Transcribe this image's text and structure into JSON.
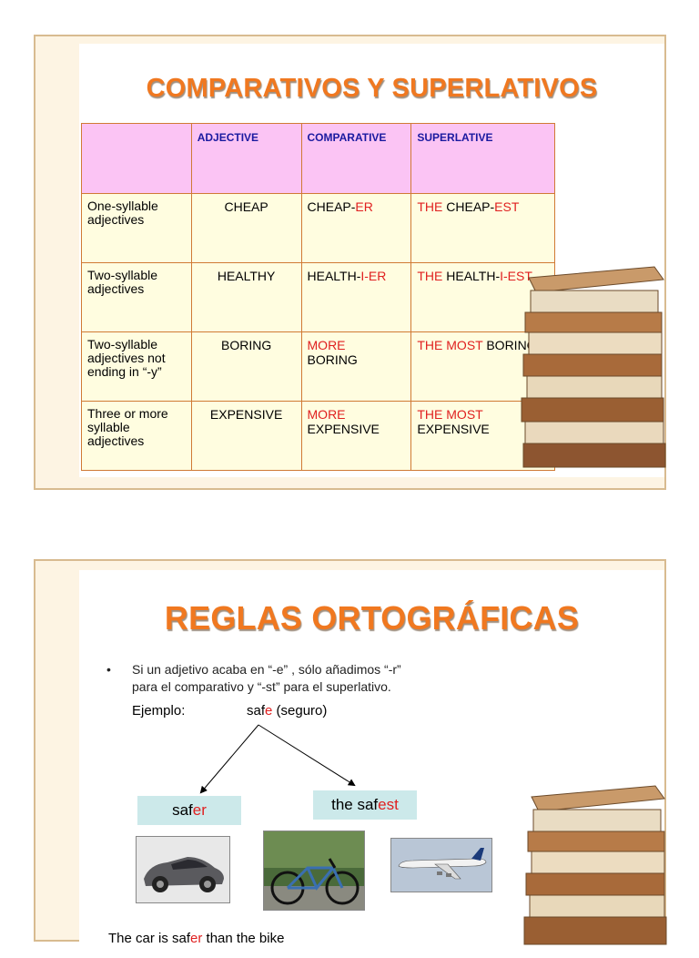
{
  "slide1": {
    "title": "COMPARATIVOS Y SUPERLATIVOS",
    "headers": [
      "ADJECTIVE",
      "COMPARATIVE",
      "SUPERLATIVE"
    ],
    "rows": [
      {
        "label": "One-syllable adjectives",
        "adjective": "CHEAP",
        "comp_a": "CHEAP-",
        "comp_b": "ER",
        "comp_c": "",
        "sup_a": "THE ",
        "sup_b": "CHEAP-",
        "sup_c": "EST",
        "sup_d": ""
      },
      {
        "label": "Two-syllable adjectives",
        "adjective": "HEALTHY",
        "comp_a": "HEALTH-",
        "comp_b": "I-ER",
        "comp_c": "",
        "sup_a": "THE ",
        "sup_b": "HEALTH-",
        "sup_c": "I-EST",
        "sup_d": ""
      },
      {
        "label": "Two-syllable adjectives not ending in “-y”",
        "adjective": "BORING",
        "comp_a": "",
        "comp_b": "MORE",
        "comp_c": "BORING",
        "sup_a": "THE MOST ",
        "sup_b": "BORING",
        "sup_c": "",
        "sup_d": ""
      },
      {
        "label": "Three or more syllable adjectives",
        "adjective": "EXPENSIVE",
        "comp_a": "",
        "comp_b": "MORE",
        "comp_c": "EXPENSIVE",
        "sup_a": "THE MOST",
        "sup_b": "EXPENSIVE",
        "sup_c": "",
        "sup_d": ""
      }
    ]
  },
  "slide2": {
    "title": "REGLAS ORTOGRÁFICAS",
    "bullet_mark": "•",
    "bullet_line1": "Si un adjetivo acaba en “-e” , sólo añadimos “-r”",
    "bullet_line2": "para el comparativo y “-st” para el superlativo.",
    "example_label": "Ejemplo:",
    "example_root": "saf",
    "example_ending": "e",
    "example_gloss": " (seguro)",
    "box1_root": "saf",
    "box1_ending": "er",
    "box2_root": "the saf",
    "box2_ending": "est",
    "sentence_a": "The car is saf",
    "sentence_b": "er",
    "sentence_c": " than the bike"
  },
  "colors": {
    "title": "#f07820",
    "header_bg": "#fbc4f4",
    "row_bg": "#fffde0",
    "border": "#d07a35",
    "label_blue": "#2222cc",
    "highlight_red": "#e02020",
    "box_bg": "#cce9ea",
    "slide_bg": "#fdf4e3"
  },
  "icons": [
    "book-stack-icon",
    "car-icon",
    "bicycle-icon",
    "airplane-icon"
  ]
}
